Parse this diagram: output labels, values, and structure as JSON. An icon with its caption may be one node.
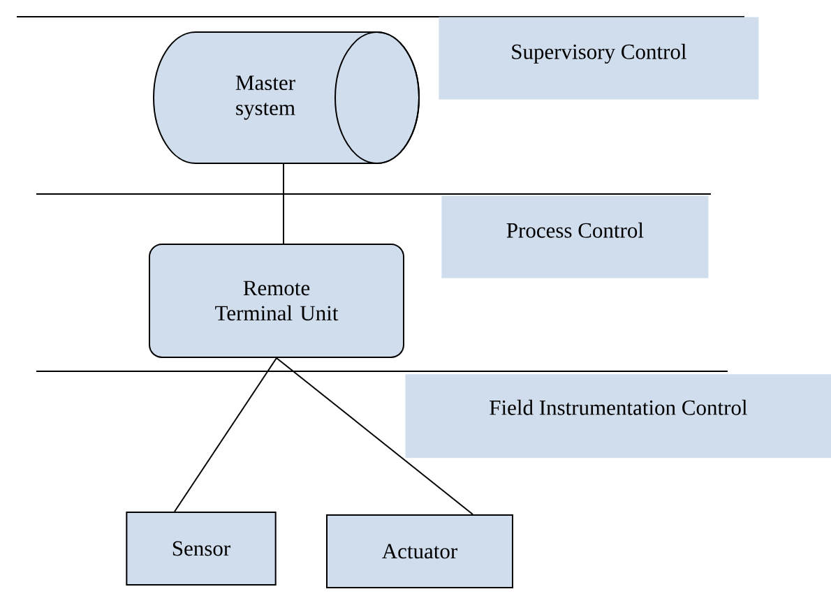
{
  "diagram": {
    "nodes": [
      {
        "text": [
          "Master system"
        ]
      },
      {
        "text": [
          "Supervisory Control"
        ]
      },
      {
        "text": [
          "Process Control"
        ]
      },
      {
        "text": [
          "Remote Terminal Unit"
        ]
      },
      {
        "text": [
          "Field Instrumentation Control"
        ]
      },
      {
        "text": [
          "Sensor"
        ]
      },
      {
        "text": [
          "Actuator"
        ]
      }
    ],
    "edges": [
      {
        "from": 0,
        "to": 3,
        "arrow": "none"
      },
      {
        "from": 3,
        "to": 5,
        "arrow": "none"
      },
      {
        "from": 3,
        "to": 6,
        "arrow": "none"
      }
    ]
  }
}
